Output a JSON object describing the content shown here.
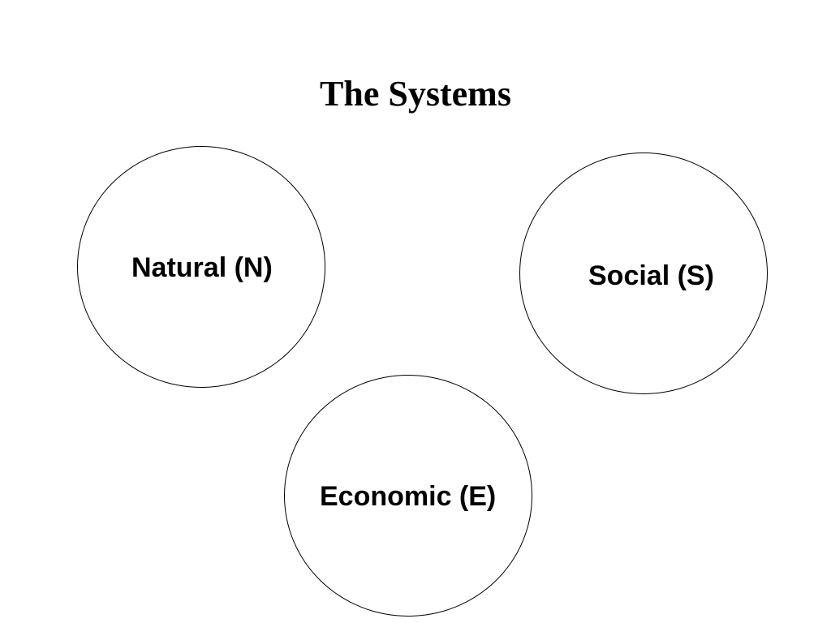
{
  "slide": {
    "title": "The Systems"
  },
  "systems": [
    {
      "key": "natural",
      "label": "Natural (N)"
    },
    {
      "key": "social",
      "label": "Social (S)"
    },
    {
      "key": "economic",
      "label": "Economic (E)"
    }
  ],
  "colors": {
    "background": "#ffffff",
    "stroke": "#000000",
    "text": "#000000"
  }
}
